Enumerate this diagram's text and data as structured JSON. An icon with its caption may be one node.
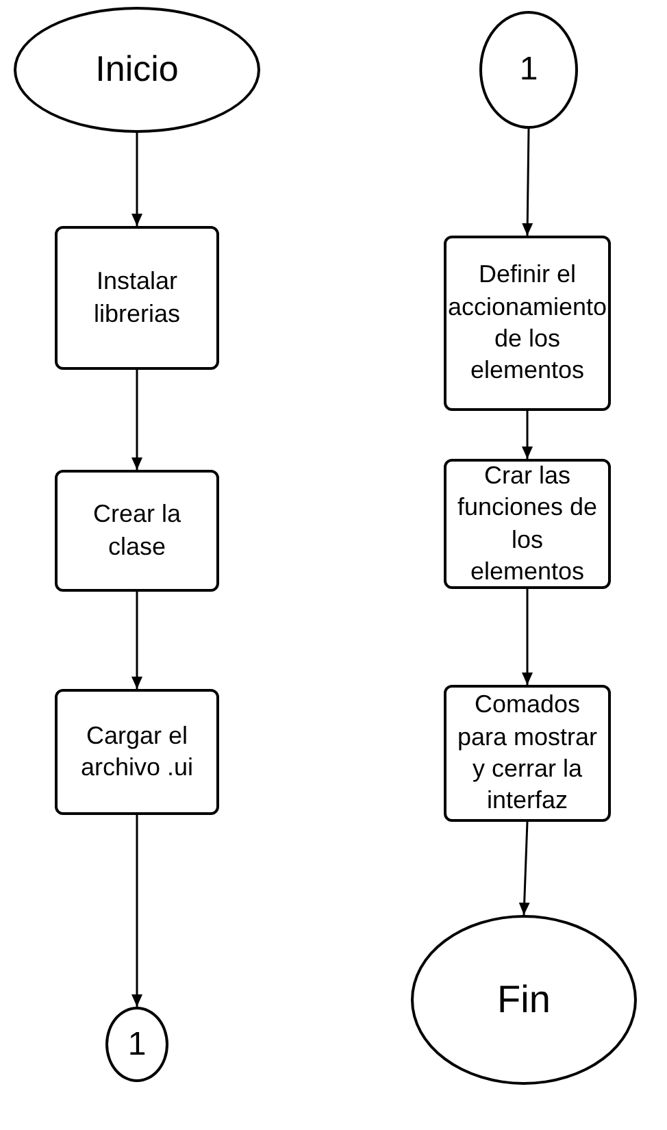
{
  "diagram": {
    "nodes": [
      {
        "text": [
          "Inicio"
        ]
      },
      {
        "text": [
          "Instalar librerias"
        ]
      },
      {
        "text": [
          "Crear la clase"
        ]
      },
      {
        "text": [
          "Cargar el archivo .ui"
        ]
      },
      {
        "text": [
          "1"
        ]
      },
      {
        "text": [
          "1"
        ]
      },
      {
        "text": [
          "Definir el accionamiento de los elementos"
        ]
      },
      {
        "text": [
          "Crar las funciones de los elementos"
        ]
      },
      {
        "text": [
          "Comados para mostrar y cerrar la interfaz"
        ]
      },
      {
        "text": [
          "Fin"
        ]
      }
    ],
    "edges": [
      {
        "from": 0,
        "to": 1,
        "arrow": "to"
      },
      {
        "from": 1,
        "to": 2,
        "arrow": "to"
      },
      {
        "from": 2,
        "to": 3,
        "arrow": "to"
      },
      {
        "from": 3,
        "to": 4,
        "arrow": "to"
      },
      {
        "from": 5,
        "to": 6,
        "arrow": "to"
      },
      {
        "from": 6,
        "to": 7,
        "arrow": "to"
      },
      {
        "from": 7,
        "to": 8,
        "arrow": "to"
      },
      {
        "from": 8,
        "to": 9,
        "arrow": "to"
      }
    ]
  }
}
